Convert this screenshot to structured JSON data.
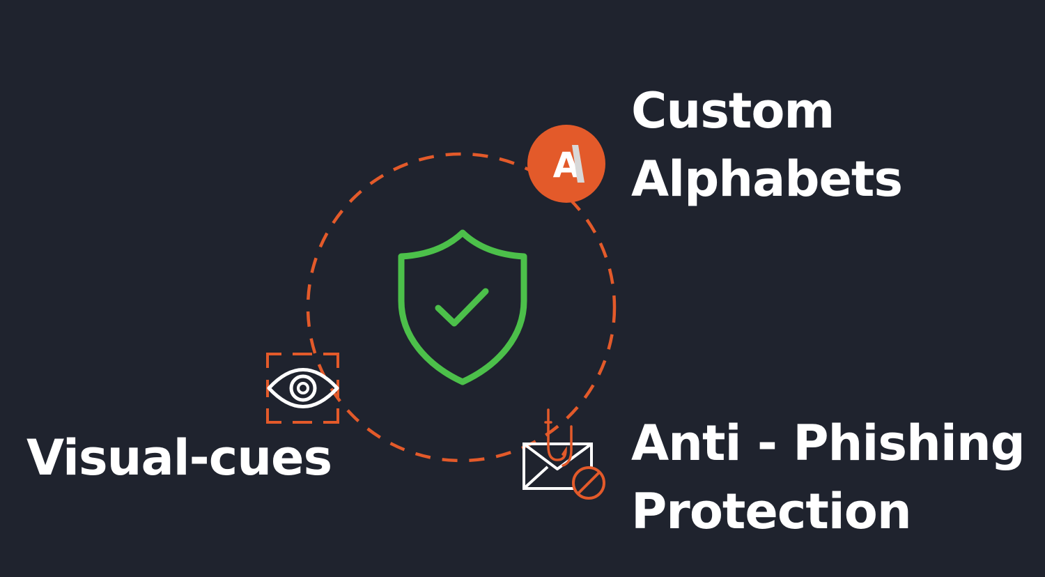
{
  "features": {
    "custom_alphabets": {
      "line1": "Custom",
      "line2": "Alphabets",
      "badge_letter": "A",
      "icon": "letter-a-badge-icon"
    },
    "anti_phishing": {
      "line1": "Anti - Phishing",
      "line2": "Protection",
      "icon": "envelope-hook-blocked-icon"
    },
    "visual_cues": {
      "line1": "Visual-cues",
      "icon": "eye-focus-icon"
    }
  },
  "center_icon": "shield-check-icon",
  "colors": {
    "background": "#1f232e",
    "accent": "#e35a2a",
    "shield": "#4cc04a",
    "text": "#ffffff"
  }
}
